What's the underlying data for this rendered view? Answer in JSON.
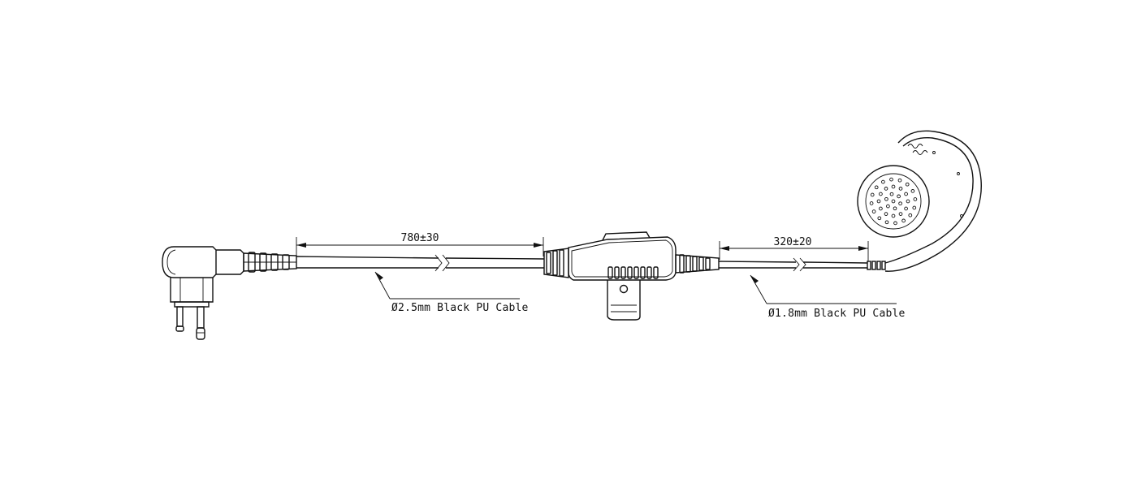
{
  "dimensions": {
    "main_cable_length": "780±30",
    "earpiece_cable_length": "320±20"
  },
  "callouts": {
    "main_cable": "Ø2.5mm Black PU Cable",
    "earpiece_cable": "Ø1.8mm Black PU Cable"
  }
}
